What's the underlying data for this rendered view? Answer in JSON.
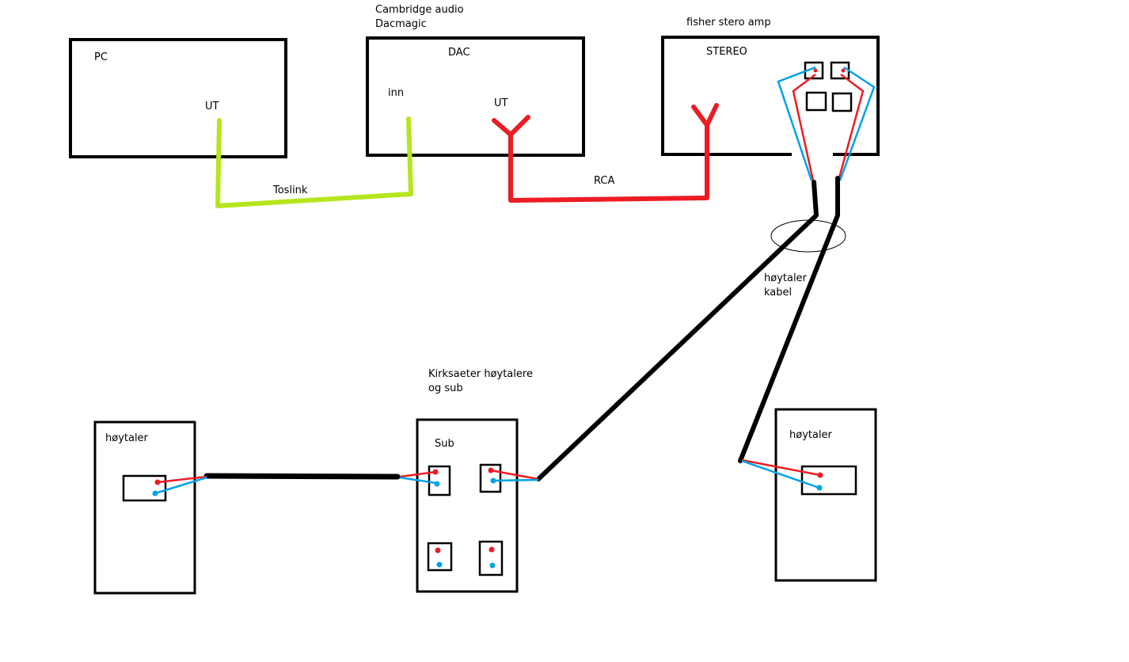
{
  "labels": {
    "pc": "PC",
    "pc_ut": "UT",
    "dac_brand_line1": "Cambridge audio",
    "dac_brand_line2": "Dacmagic",
    "dac": "DAC",
    "dac_inn": "inn",
    "dac_ut": "UT",
    "toslink": "Toslink",
    "rca": "RCA",
    "amp_brand": "fisher stero amp",
    "stereo": "STEREO",
    "cable_line1": "høytaler",
    "cable_line2": "kabel",
    "speakers_line1": "Kirksaeter høytalere",
    "speakers_line2": "og sub",
    "sub": "Sub",
    "left_speaker": "høytaler",
    "right_speaker": "høytaler"
  },
  "colors": {
    "outline": "#000000",
    "toslink": "#b5e61d",
    "rca": "#ed1c24",
    "positive_wire": "#ed1c24",
    "negative_wire": "#00a2e8",
    "speaker_cable": "#000000"
  }
}
